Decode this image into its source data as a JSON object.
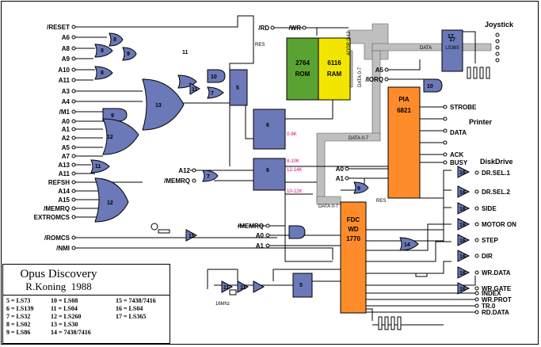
{
  "title": "Opus Discovery",
  "author": "R.Koning",
  "year": "1988",
  "legend": {
    "col1": [
      "5 = LS73",
      "6 = LS139",
      "7 = LS32",
      "8 = LS02",
      "9 = LS86"
    ],
    "col2": [
      "10 = LS08",
      "11 = LS04",
      "12 = LS260",
      "13 = LS30",
      "14 = 7438/7416"
    ],
    "col3": [
      "15 = 7438/7416",
      "16 = LS04",
      "17 = LS365"
    ]
  },
  "signals_left": [
    "/RESET",
    "A6",
    "A8",
    "A9",
    "A10",
    "A11",
    "A3",
    "A4",
    "/M1",
    "A0",
    "A1",
    "A2",
    "A5",
    "A7",
    "A13",
    "A11",
    "REFSH",
    "A14",
    "A15",
    "/MEMRQ",
    "EXTROMCS",
    "/ROMCS",
    "/NMI"
  ],
  "signals_mid": [
    "A12",
    "/MEMRQ",
    "/MEMRQ",
    "A0",
    "A1",
    "/RD",
    "/WR",
    "A5",
    "/IORQ",
    "A0",
    "A1"
  ],
  "chips": {
    "rom": {
      "name": "2764",
      "sub": "ROM",
      "color": "#5aa332"
    },
    "ram": {
      "name": "6116",
      "sub": "RAM",
      "color": "#f2e600"
    },
    "pia": {
      "name": "PIA",
      "sub": "6821",
      "color": "#ff8c2a"
    },
    "fdc": {
      "name": "FDC",
      "sub": "WD",
      "model": "1770",
      "color": "#ff8c2a"
    },
    "buffer": {
      "name": "17",
      "sub": "LS365",
      "color": "#6b79b8"
    }
  },
  "section_labels": {
    "joystick": "Joystick",
    "printer": "Printer",
    "diskdrive": "DiskDrive"
  },
  "printer_pins": [
    "STROBE",
    "DATA",
    "ACK",
    "BUSY"
  ],
  "disk_pins": [
    "DR.SEL.1",
    "DR.SEL.2",
    "SIDE",
    "MOTOR ON",
    "STEP",
    "DIR",
    "WR.DATA",
    "WR.GATE"
  ],
  "fdc_inputs": [
    "INDEX",
    "WR.PROT",
    "TR.0",
    "RD.DATA"
  ],
  "bus_labels": {
    "data": "DATA",
    "addr": "ADDR 0-12",
    "data07": "DATA 0-7",
    "res": "RES"
  },
  "crystal": "16Mhz",
  "ranges": [
    "0-8K",
    "8-10K",
    "12-14K",
    "10-12K"
  ],
  "chip_numbers": [
    "8",
    "8",
    "8",
    "9",
    "9",
    "13",
    "5",
    "10",
    "11",
    "11",
    "12",
    "11",
    "12",
    "7",
    "6",
    "6",
    "7",
    "9",
    "10",
    "11",
    "11",
    "5",
    "14",
    "16",
    "16",
    "16",
    "16",
    "16",
    "16",
    "16",
    "16",
    "17",
    "11"
  ],
  "colors": {
    "gate": "#6b79b8",
    "ic_orange": "#ff8c2a",
    "rom": "#5aa332",
    "ram": "#f2e600",
    "bus": "#bfbfbf",
    "magenta": "#e0007f"
  }
}
